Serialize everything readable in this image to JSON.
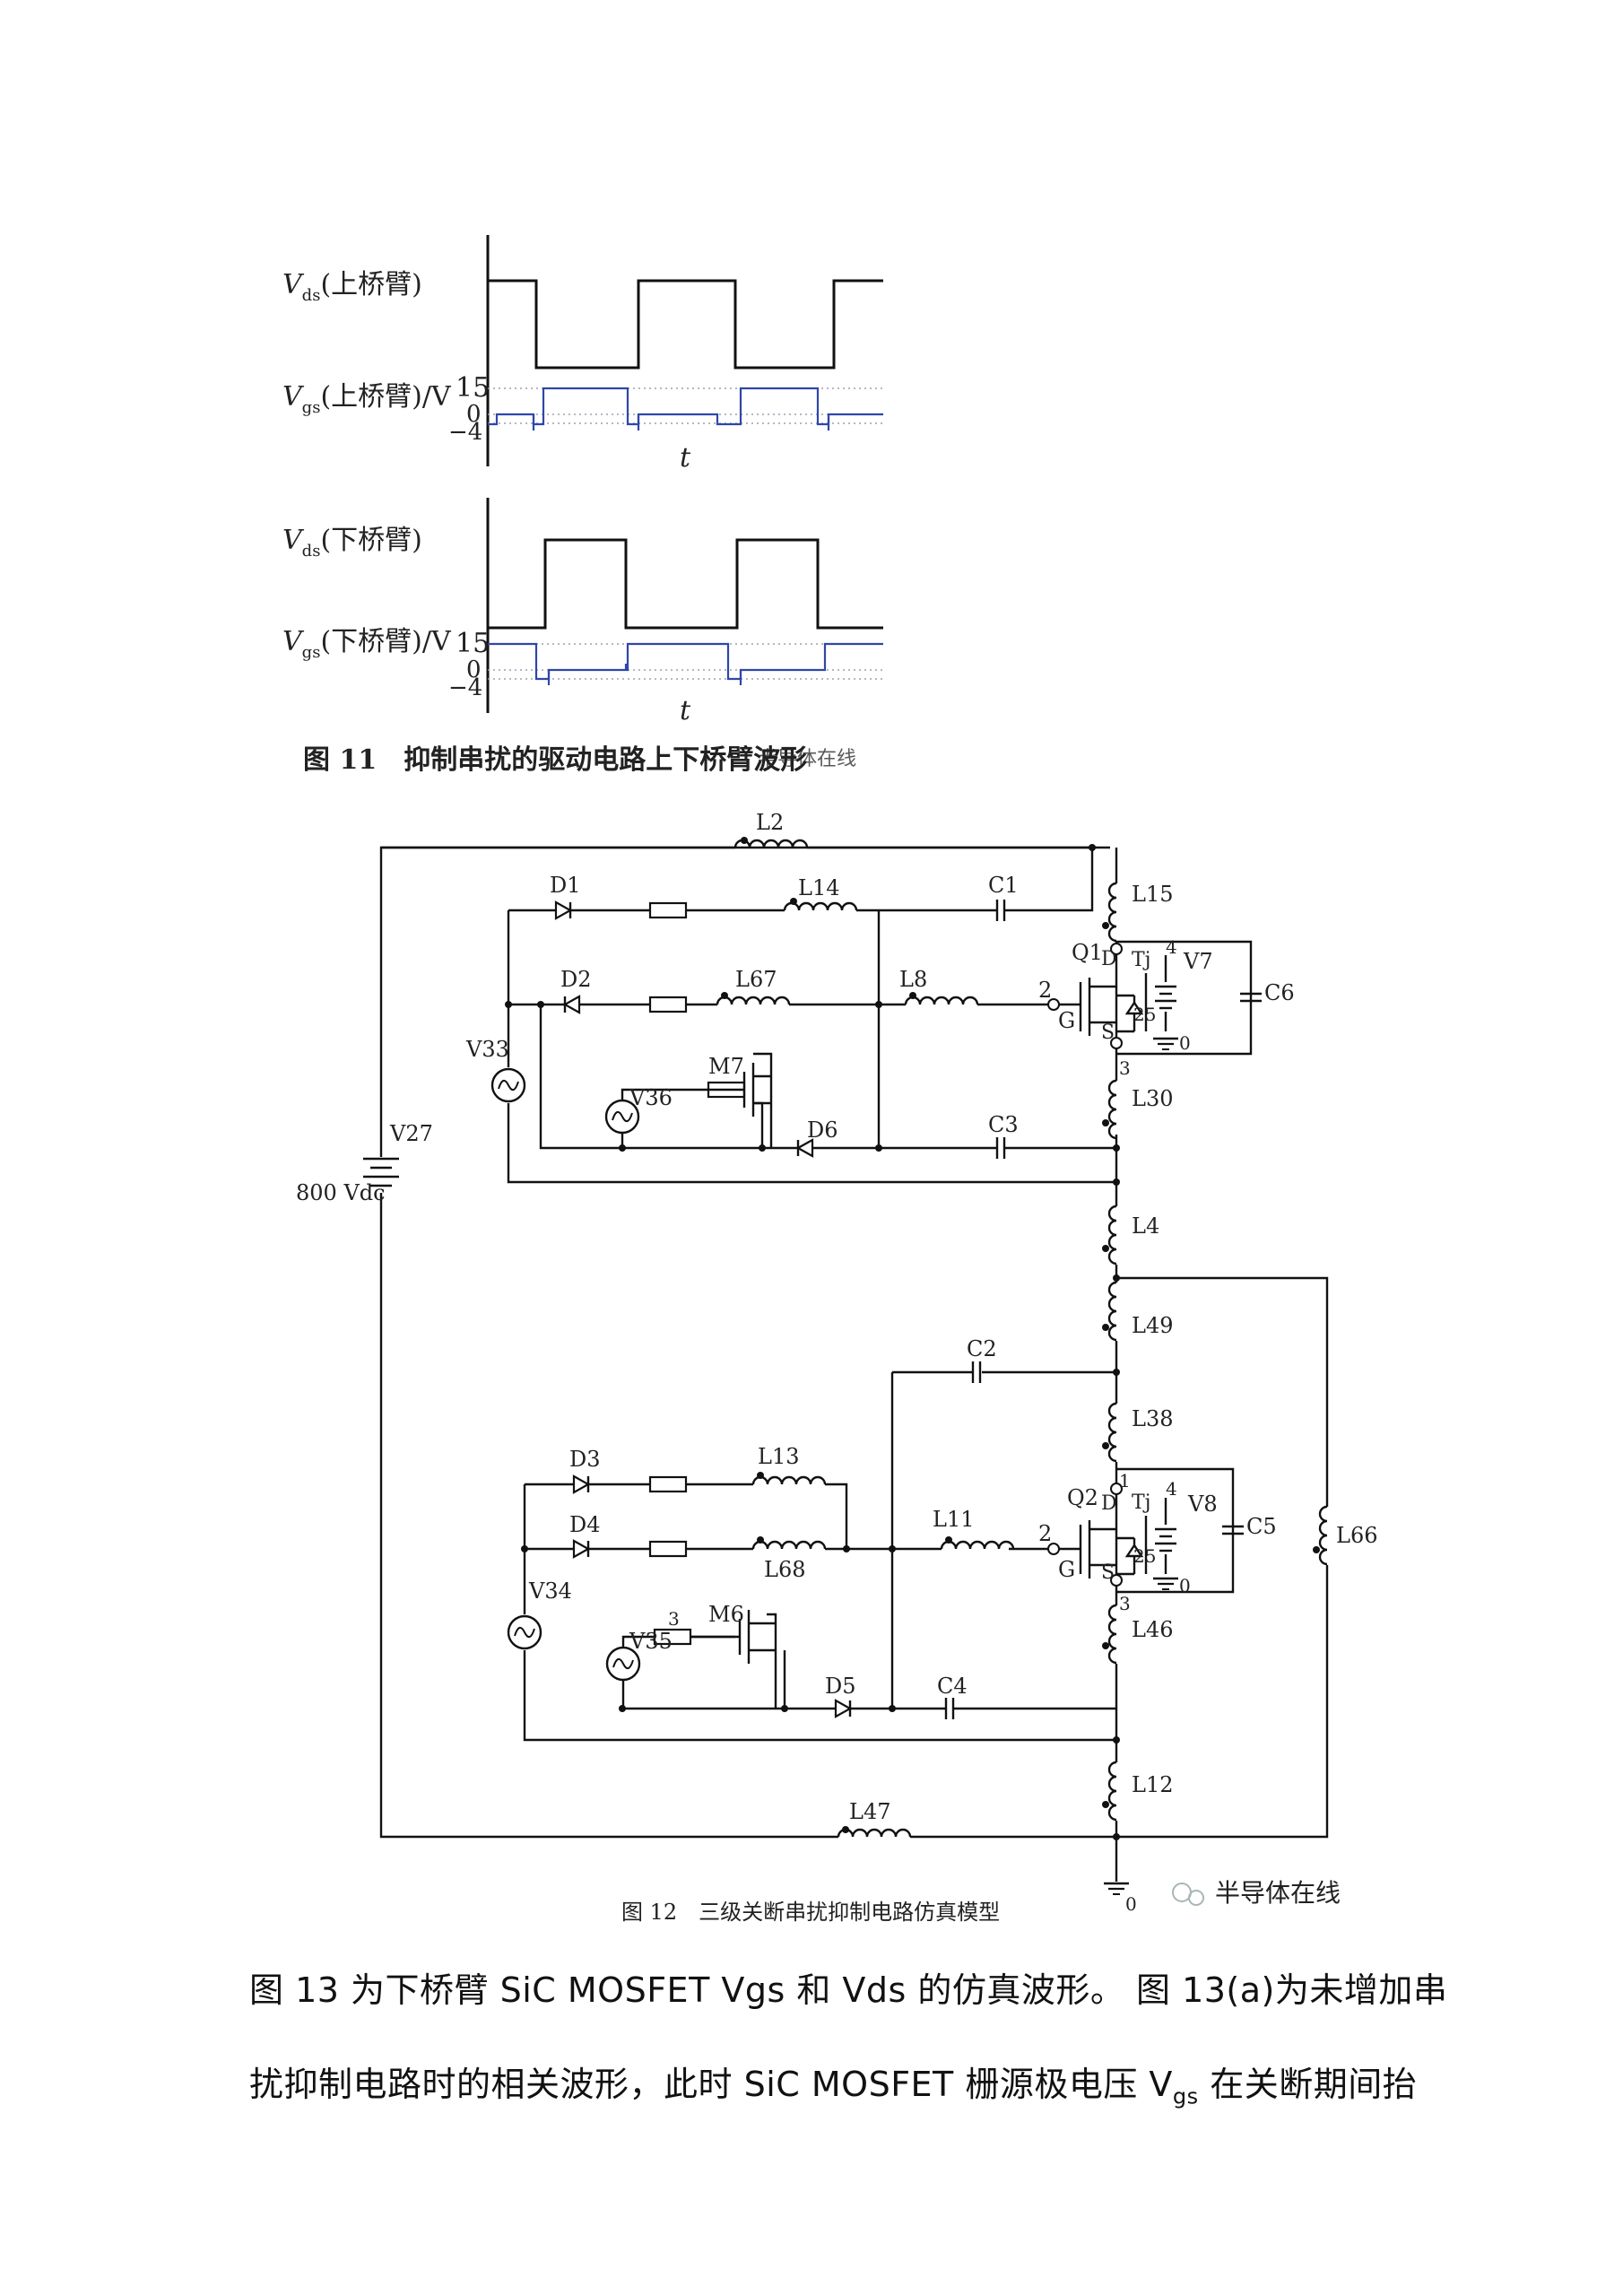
{
  "figure11": {
    "panels": [
      {
        "vds_label": {
          "sym": "V",
          "sub": "ds",
          "suffix": "(上桥臂)"
        },
        "vgs_label": {
          "sym": "V",
          "sub": "gs",
          "suffix": "(上桥臂)/V"
        },
        "ticks": [
          "15",
          "0",
          "−4"
        ],
        "t_label": "t"
      },
      {
        "vds_label": {
          "sym": "V",
          "sub": "ds",
          "suffix": "(下桥臂)"
        },
        "vgs_label": {
          "sym": "V",
          "sub": "gs",
          "suffix": "(下桥臂)/V"
        },
        "ticks": [
          "15",
          "0",
          "−4"
        ],
        "t_label": "t"
      }
    ],
    "caption": "图 11　抑制串扰的驱动电路上下桥臂波形",
    "watermark": "半导体在线"
  },
  "figure12": {
    "labels": {
      "L2": "L2",
      "L14": "L14",
      "L15": "L15",
      "L67": "L67",
      "L8": "L8",
      "L30": "L30",
      "L4": "L4",
      "L49": "L49",
      "L38": "L38",
      "L13": "L13",
      "L11": "L11",
      "L68": "L68",
      "L46": "L46",
      "L12": "L12",
      "L47": "L47",
      "L66": "L66",
      "D1": "D1",
      "D2": "D2",
      "D3": "D3",
      "D4": "D4",
      "D5": "D5",
      "D6": "D6",
      "C1": "C1",
      "C2": "C2",
      "C3": "C3",
      "C4": "C4",
      "C5": "C5",
      "C6": "C6",
      "Q1": "Q1",
      "Q2": "Q2",
      "M6": "M6",
      "M7": "M7",
      "V7": "V7",
      "V8": "V8",
      "V27": "V27",
      "V33": "V33",
      "V34": "V34",
      "V35": "V35",
      "V36": "V36",
      "dc": "800 Vdc",
      "pin2": "2",
      "G": "G",
      "D": "D",
      "S": "S",
      "pin1": "1",
      "pin3": "3",
      "Tj": "Tj",
      "n4": "4",
      "n25": "25",
      "n0": "0",
      "n3": "3",
      "gnd0": "0"
    },
    "caption": "图 12　三级关断串扰抑制电路仿真模型",
    "watermark": "半导体在线"
  },
  "paragraph": {
    "line1": "图 13 为下桥臂 SiC MOSFET Vgs 和 Vds 的仿真波形。 图  13(a)为未增加串",
    "line2_a": "扰抑制电路时的相关波形，此时  SiC  MOSFET 栅源极电压  V",
    "line2_sub": "gs",
    "line2_b": " 在关断期间抬"
  }
}
